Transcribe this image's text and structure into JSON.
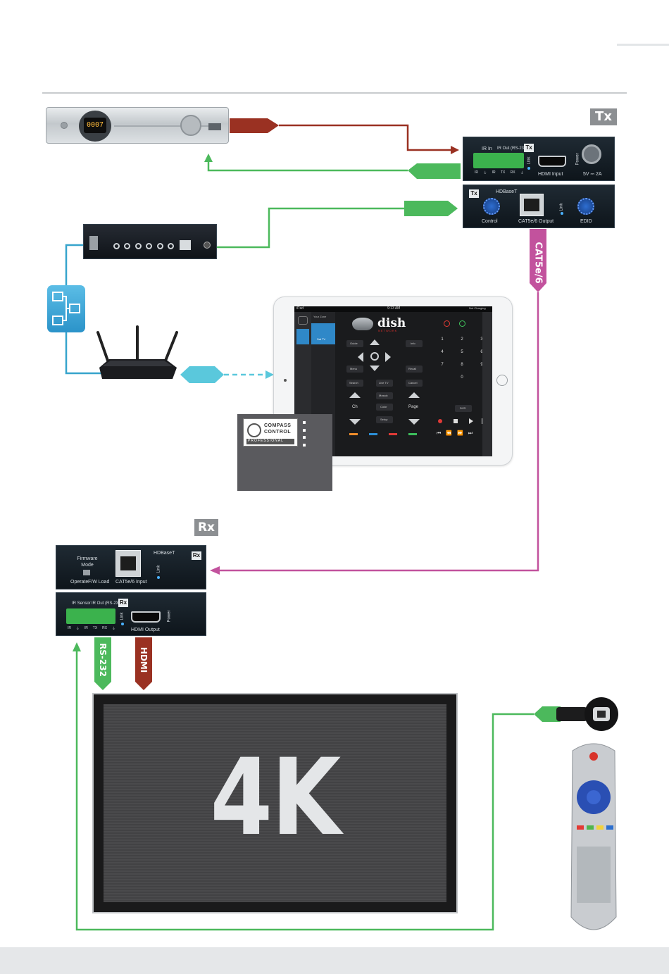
{
  "tx_badge": "Tx",
  "rx_badge": "Rx",
  "tx_top": {
    "ir_in": "IR In",
    "ir_out": "IR Out (RS-232)",
    "hdmi_input": "HDMI Input",
    "link": "Link",
    "power": "Power",
    "power_rating": "5V ⎓ 2A",
    "pin_labels": [
      "IR",
      "⏚",
      "IR",
      "TX",
      "RX",
      "⏚"
    ]
  },
  "tx_bottom": {
    "title": "HDBaseT",
    "control": "Control",
    "output": "CAT5e/6 Output",
    "edid": "EDID",
    "link": "Link"
  },
  "rx_top": {
    "title": "HDBaseT",
    "firmware_mode": "Firmware Mode",
    "operate": "Operate",
    "fw_load": "F/W Load",
    "input": "CAT5e/6 Input",
    "link": "Link"
  },
  "rx_bottom": {
    "ir_sensor": "IR Sensor",
    "ir_out": "IR Out (RS-232)",
    "hdmi_output": "HDMI Output",
    "link": "Link",
    "power": "Power",
    "pin_labels": [
      "IR",
      "⏚",
      "IR",
      "TX",
      "RX",
      "⏚"
    ]
  },
  "set_top_box": {
    "display": "0007"
  },
  "cable_labels": {
    "cat": "CAT5e/6",
    "rs232": "RS-232",
    "hdmi": "HDMI"
  },
  "tv": {
    "text": "4K"
  },
  "compass": {
    "line1": "COMPASS",
    "line2": "CONTROL",
    "line3": "PROFESSIONAL"
  },
  "ipad": {
    "status_left": "iPad",
    "status_time": "9:13 AM",
    "status_right": "Not Charging",
    "zone_label": "Your Zone",
    "source_label": "Sat TV",
    "brand": "dish",
    "brand_sub": "NETWORK",
    "ch_label": "Ch",
    "page_label": "Page",
    "guide": "Guide",
    "info": "Info",
    "menu": "Menu",
    "recall": "Recall",
    "search": "Search",
    "live_tv": "Live TV",
    "cancel": "Cancel",
    "mosaic": "Mosaic",
    "color": "Color",
    "setup": "Setup",
    "dvr": "DVR",
    "keypad": [
      "1",
      "2",
      "3",
      "4",
      "5",
      "6",
      "7",
      "8",
      "9",
      "0"
    ]
  },
  "colors": {
    "green": "#4cb95c",
    "red": "#9a3122",
    "magenta": "#c2529d",
    "blue": "#37a4cc",
    "cyan": "#5ac8dc"
  }
}
